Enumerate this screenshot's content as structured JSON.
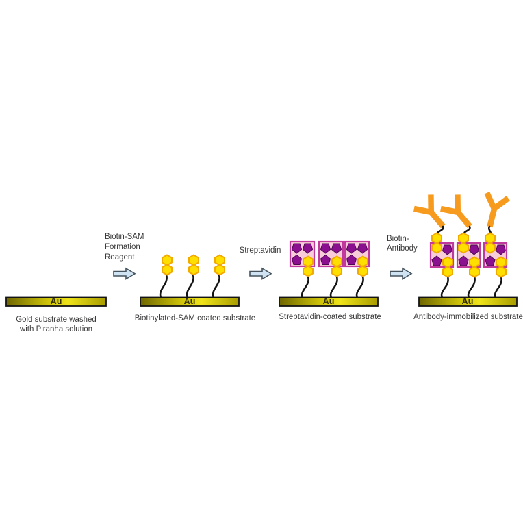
{
  "diagram": {
    "stages": [
      {
        "name": "gold-substrate",
        "substrate_label": "Au",
        "caption_lines": [
          "Gold substrate washed",
          "with Piranha solution"
        ]
      },
      {
        "name": "biotinylated-sam",
        "substrate_label": "Au",
        "caption_lines": [
          "Biotinylated-SAM coated substrate"
        ]
      },
      {
        "name": "streptavidin-coated",
        "substrate_label": "Au",
        "caption_lines": [
          "Streptavidin-coated substrate"
        ]
      },
      {
        "name": "antibody-immobilized",
        "substrate_label": "Au",
        "caption_lines": [
          "Antibody-immobilized substrate"
        ]
      }
    ],
    "arrows": [
      {
        "name": "biotin-sam-formation",
        "label_lines": [
          "Biotin-SAM",
          "Formation",
          "Reagent"
        ]
      },
      {
        "name": "streptavidin-addition",
        "label_lines": [
          "Streptavidin"
        ]
      },
      {
        "name": "biotin-antibody-addition",
        "label_lines": [
          "Biotin-",
          "Antibody"
        ]
      }
    ],
    "icon_legend": {
      "gold-bar": "gold substrate slab",
      "sam-chain": "black wavy self-assembled-monolayer chain",
      "biotin-icon": "yellow double-hexagon biotin",
      "streptavidin-icon": "pink square with purple pentagon binding sites",
      "antibody-icon": "orange Y-shaped antibody"
    }
  },
  "colors": {
    "bg": "#ffffff",
    "gold_dark": "#6e6600",
    "gold_mid": "#cfc408",
    "gold_bright": "#efe41a",
    "gold_end": "#a89c00",
    "bar_border": "#141414",
    "au_text": "#332f00",
    "caption_text": "#3a3a3a",
    "arrow_fill": "#cfe3f2",
    "arrow_border": "#44535e",
    "biotin_yellow": "#ffdf00",
    "biotin_outline": "#f2a900",
    "site_fill": "#f8ccd9",
    "site_border": "#c2399e",
    "pentagon": "#8a1090",
    "pentagon_dark": "#4d0a50",
    "antibody_orange": "#f79b1e",
    "chain": "#141414"
  }
}
